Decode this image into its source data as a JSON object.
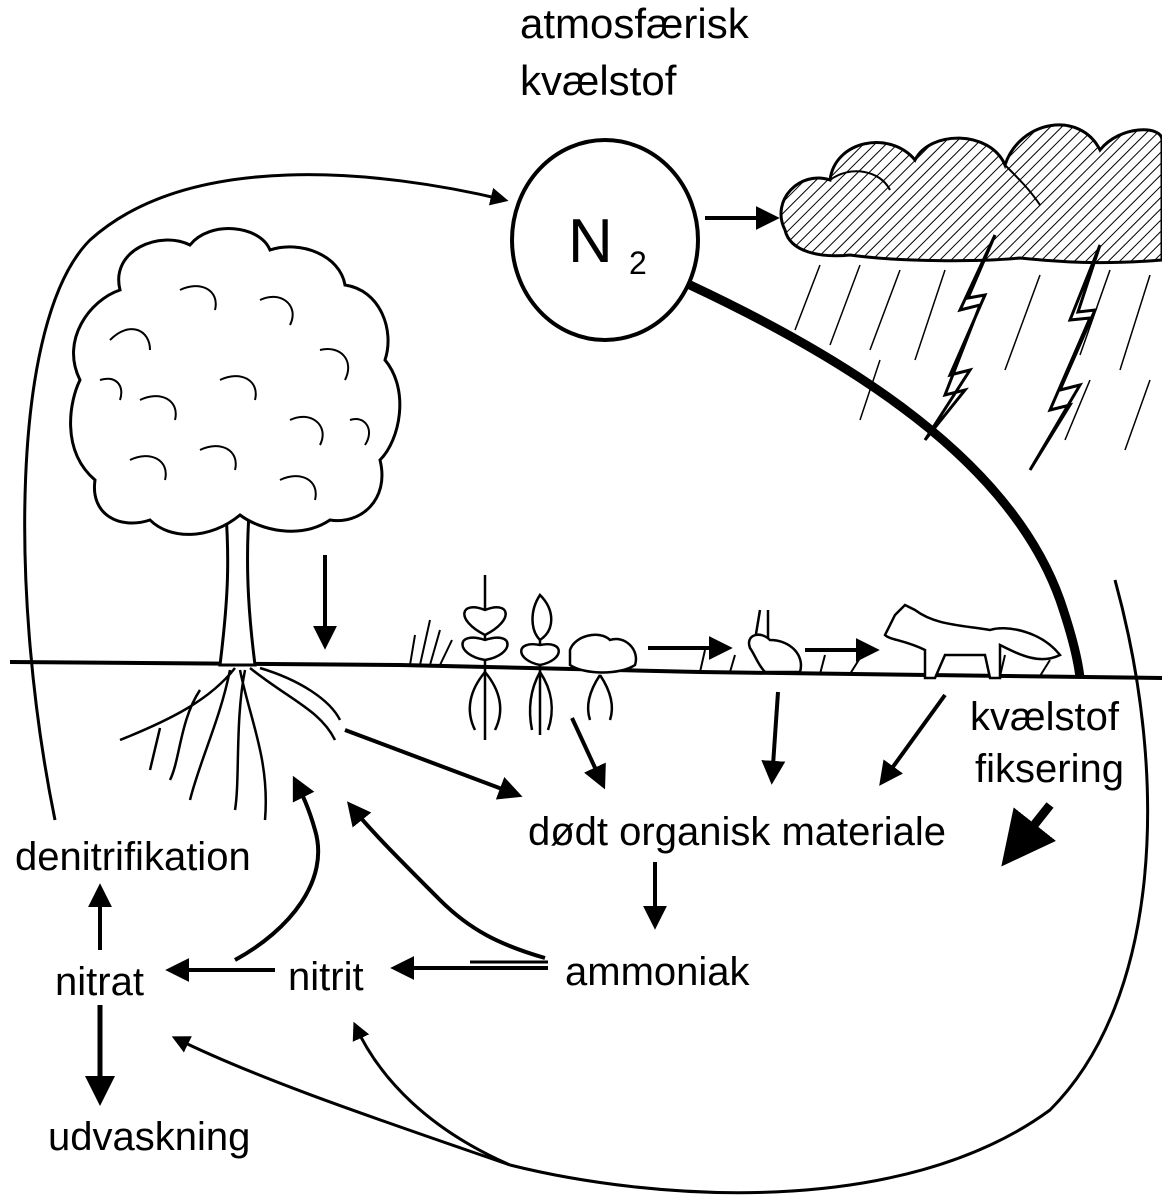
{
  "labels": {
    "atmospheric_line1": "atmosfærisk",
    "atmospheric_line2": "kvælstof",
    "n2_main": "N",
    "n2_sub": "2",
    "fixation_line1": "kvælstof",
    "fixation_line2": "fiksering",
    "dead_organic": "dødt organisk materiale",
    "ammonia": "ammoniak",
    "nitrite": "nitrit",
    "nitrate": "nitrat",
    "denitrification": "denitrifikation",
    "leaching": "udvaskning"
  },
  "colors": {
    "ink": "#000000",
    "background": "#ffffff"
  }
}
